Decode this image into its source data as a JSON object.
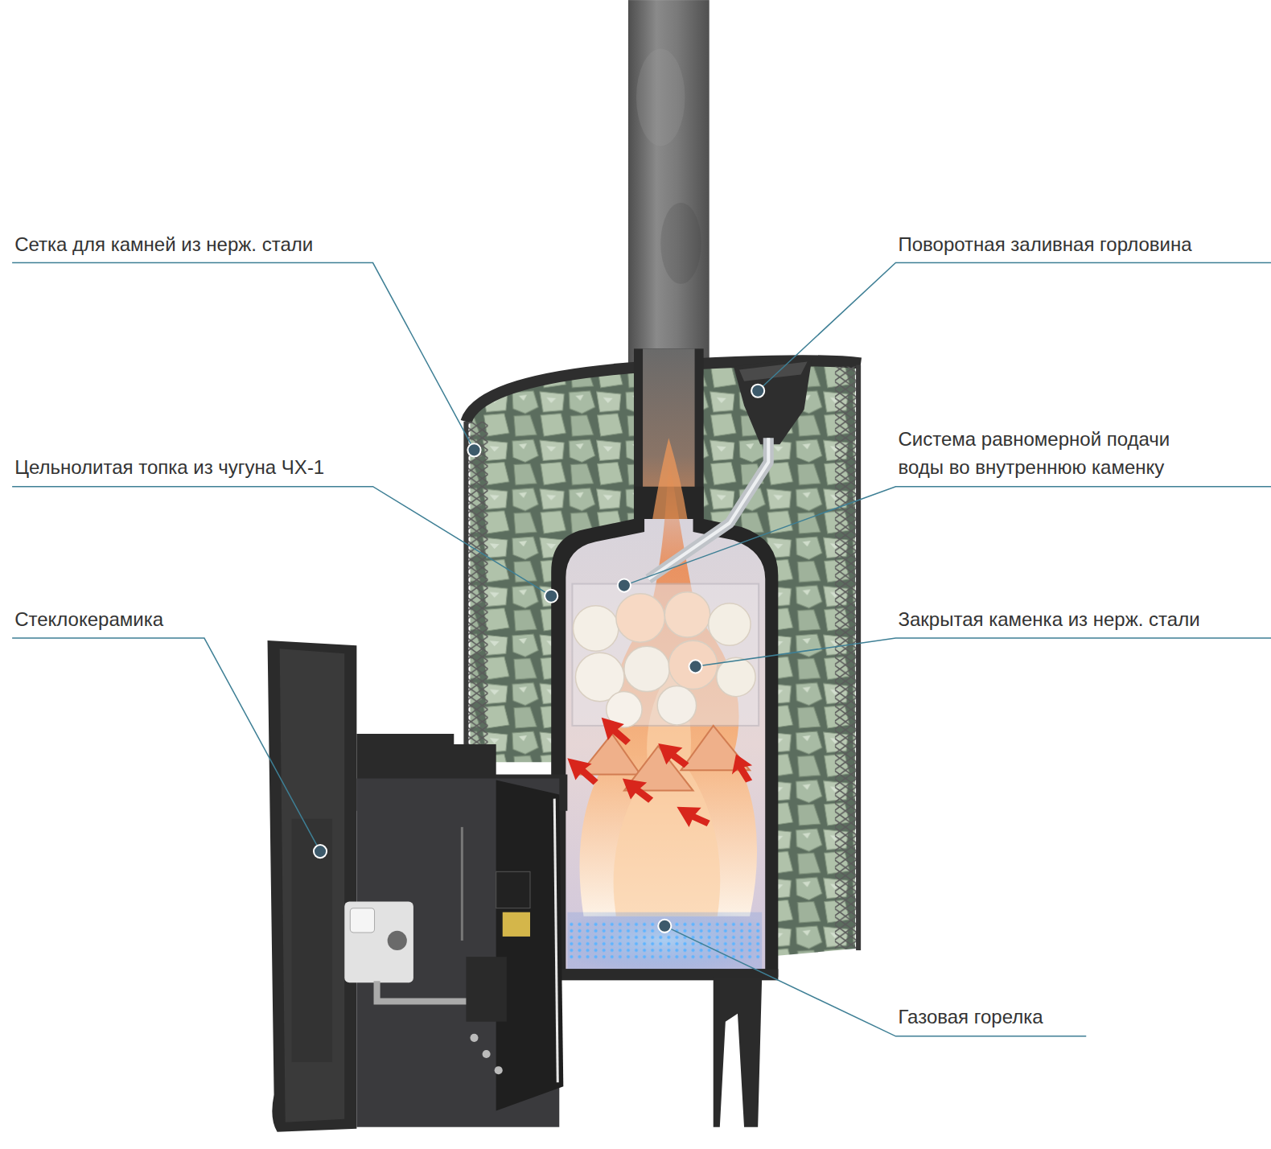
{
  "diagram": {
    "labels": [
      "Сетка для камней из нерж. стали",
      "Поворотная заливная горловина",
      "Система равномерной подачи воды во внутреннюю каменку",
      "Цельнолитая топка из чугуна ЧХ-1",
      "Закрытая каменка из нерж. стали",
      "Стеклокерамика",
      "Газовая горелка"
    ]
  }
}
